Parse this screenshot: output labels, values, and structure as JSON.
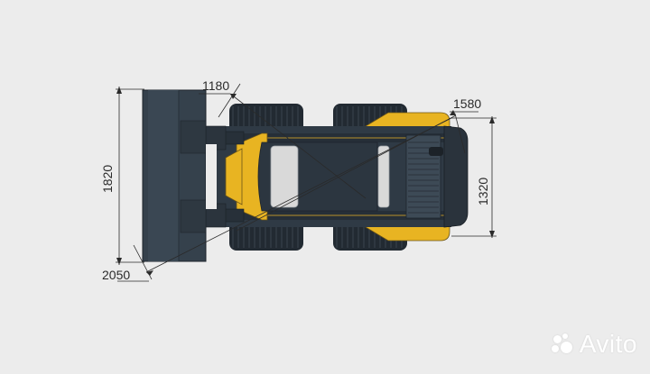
{
  "diagram": {
    "subject": "skid steer loader with dozer blade, top view",
    "colors": {
      "background": "#ececec",
      "body_dark": "#2f3a45",
      "body_darker": "#232b33",
      "accent_yellow": "#e8b422",
      "window_glass": "#d9d9d9",
      "tire": "#222a32",
      "dimension_line": "#2a2a2a"
    },
    "dimensions": {
      "blade_width": "1820",
      "wheelbase": "1180",
      "front_overhang": "1580",
      "body_width": "1320",
      "diagonal_length": "2050"
    }
  },
  "watermark": {
    "text": "Avito",
    "icon": "avito-dots-icon"
  }
}
